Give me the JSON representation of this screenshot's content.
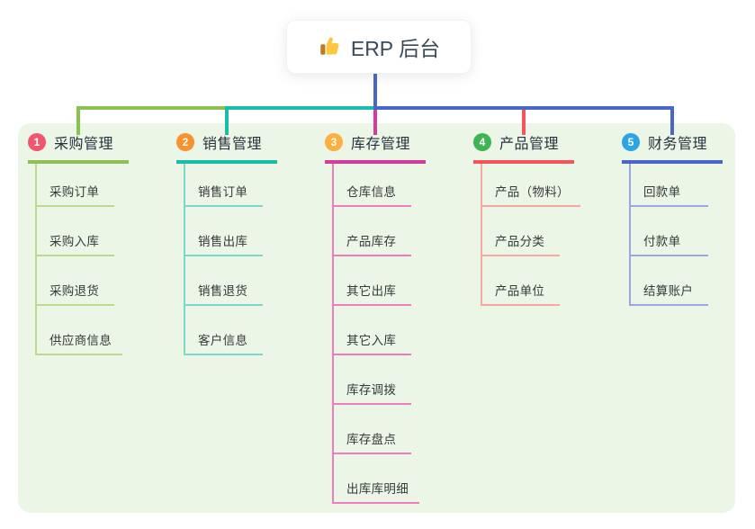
{
  "root": {
    "title": "ERP 后台",
    "icon": "thumbs-up-icon"
  },
  "panel_color": "#EBF6E6",
  "background_color": "#FFFFFF",
  "branches": [
    {
      "number": "1",
      "label": "采购管理",
      "badge_color": "#F0566E",
      "line_color": "#8CC152",
      "light_color": "#B8DB90",
      "items": [
        "采购订单",
        "采购入库",
        "采购退货",
        "供应商信息"
      ]
    },
    {
      "number": "2",
      "label": "销售管理",
      "badge_color": "#F8912E",
      "line_color": "#1ABCAC",
      "light_color": "#7DD6C8",
      "items": [
        "销售订单",
        "销售出库",
        "销售退货",
        "客户信息"
      ]
    },
    {
      "number": "3",
      "label": "库存管理",
      "badge_color": "#FBB03F",
      "line_color": "#D63A9B",
      "light_color": "#F07CC0",
      "items": [
        "仓库信息",
        "产品库存",
        "其它出库",
        "其它入库",
        "库存调拨",
        "库存盘点",
        "出库库明细"
      ]
    },
    {
      "number": "4",
      "label": "产品管理",
      "badge_color": "#3EB454",
      "line_color": "#F2555C",
      "light_color": "#F8A89F",
      "items": [
        "产品（物料）",
        "产品分类",
        "产品单位"
      ]
    },
    {
      "number": "5",
      "label": "财务管理",
      "badge_color": "#2BA6E3",
      "line_color": "#4867C8",
      "light_color": "#97A9E2",
      "items": [
        "回款单",
        "付款单",
        "结算账户"
      ]
    }
  ]
}
